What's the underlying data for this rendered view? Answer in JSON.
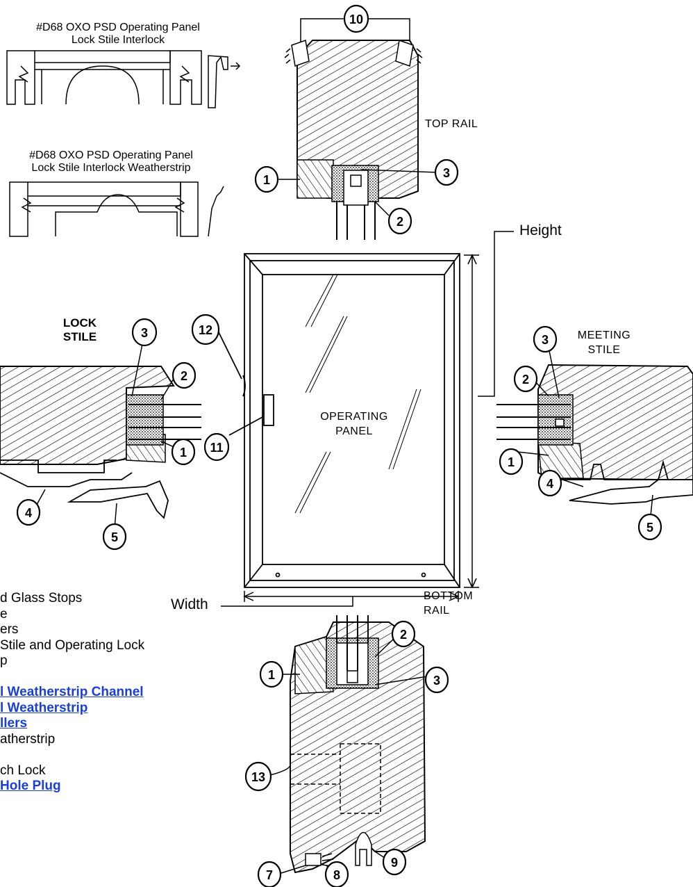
{
  "captions": {
    "interlock_line1": "#D68 OXO PSD Operating Panel",
    "interlock_line2": "Lock Stile Interlock",
    "weatherstrip_line1": "#D68 OXO PSD Operating Panel",
    "weatherstrip_line2": "Lock Stile Interlock Weatherstrip"
  },
  "sections": {
    "top_rail": "TOP RAIL",
    "bottom_rail_1": "BOTTOM",
    "bottom_rail_2": "RAIL",
    "lock_stile_1": "LOCK",
    "lock_stile_2": "STILE",
    "meeting_stile_1": "MEETING",
    "meeting_stile_2": "STILE",
    "operating_panel_1": "OPERATING",
    "operating_panel_2": "PANEL"
  },
  "dimensions": {
    "height": "Height",
    "width": "Width"
  },
  "callouts": {
    "top": [
      "10",
      "1",
      "3",
      "2"
    ],
    "lock": [
      "3",
      "2",
      "1",
      "4",
      "5"
    ],
    "panel": [
      "12",
      "11"
    ],
    "meeting": [
      "3",
      "2",
      "1",
      "4",
      "5"
    ],
    "bottom": [
      "2",
      "1",
      "3",
      "13",
      "7",
      "8",
      "9"
    ]
  },
  "legend": [
    {
      "text": "d Glass Stops",
      "link": false
    },
    {
      "text": "e",
      "link": false
    },
    {
      "text": "ers",
      "link": false
    },
    {
      "text": "Stile and Operating Lock",
      "link": false
    },
    {
      "text": "p",
      "link": false
    },
    {
      "text": "",
      "link": false
    },
    {
      "text": "l Weatherstrip Channel",
      "link": true
    },
    {
      "text": "l Weatherstrip",
      "link": true
    },
    {
      "text": "llers",
      "link": true
    },
    {
      "text": "atherstrip",
      "link": false
    },
    {
      "text": "",
      "link": false
    },
    {
      "text": "ch Lock",
      "link": false
    },
    {
      "text": "Hole Plug",
      "link": true
    }
  ],
  "colors": {
    "link": "#1a3fd9",
    "ink": "#000000",
    "background": "#ffffff"
  }
}
